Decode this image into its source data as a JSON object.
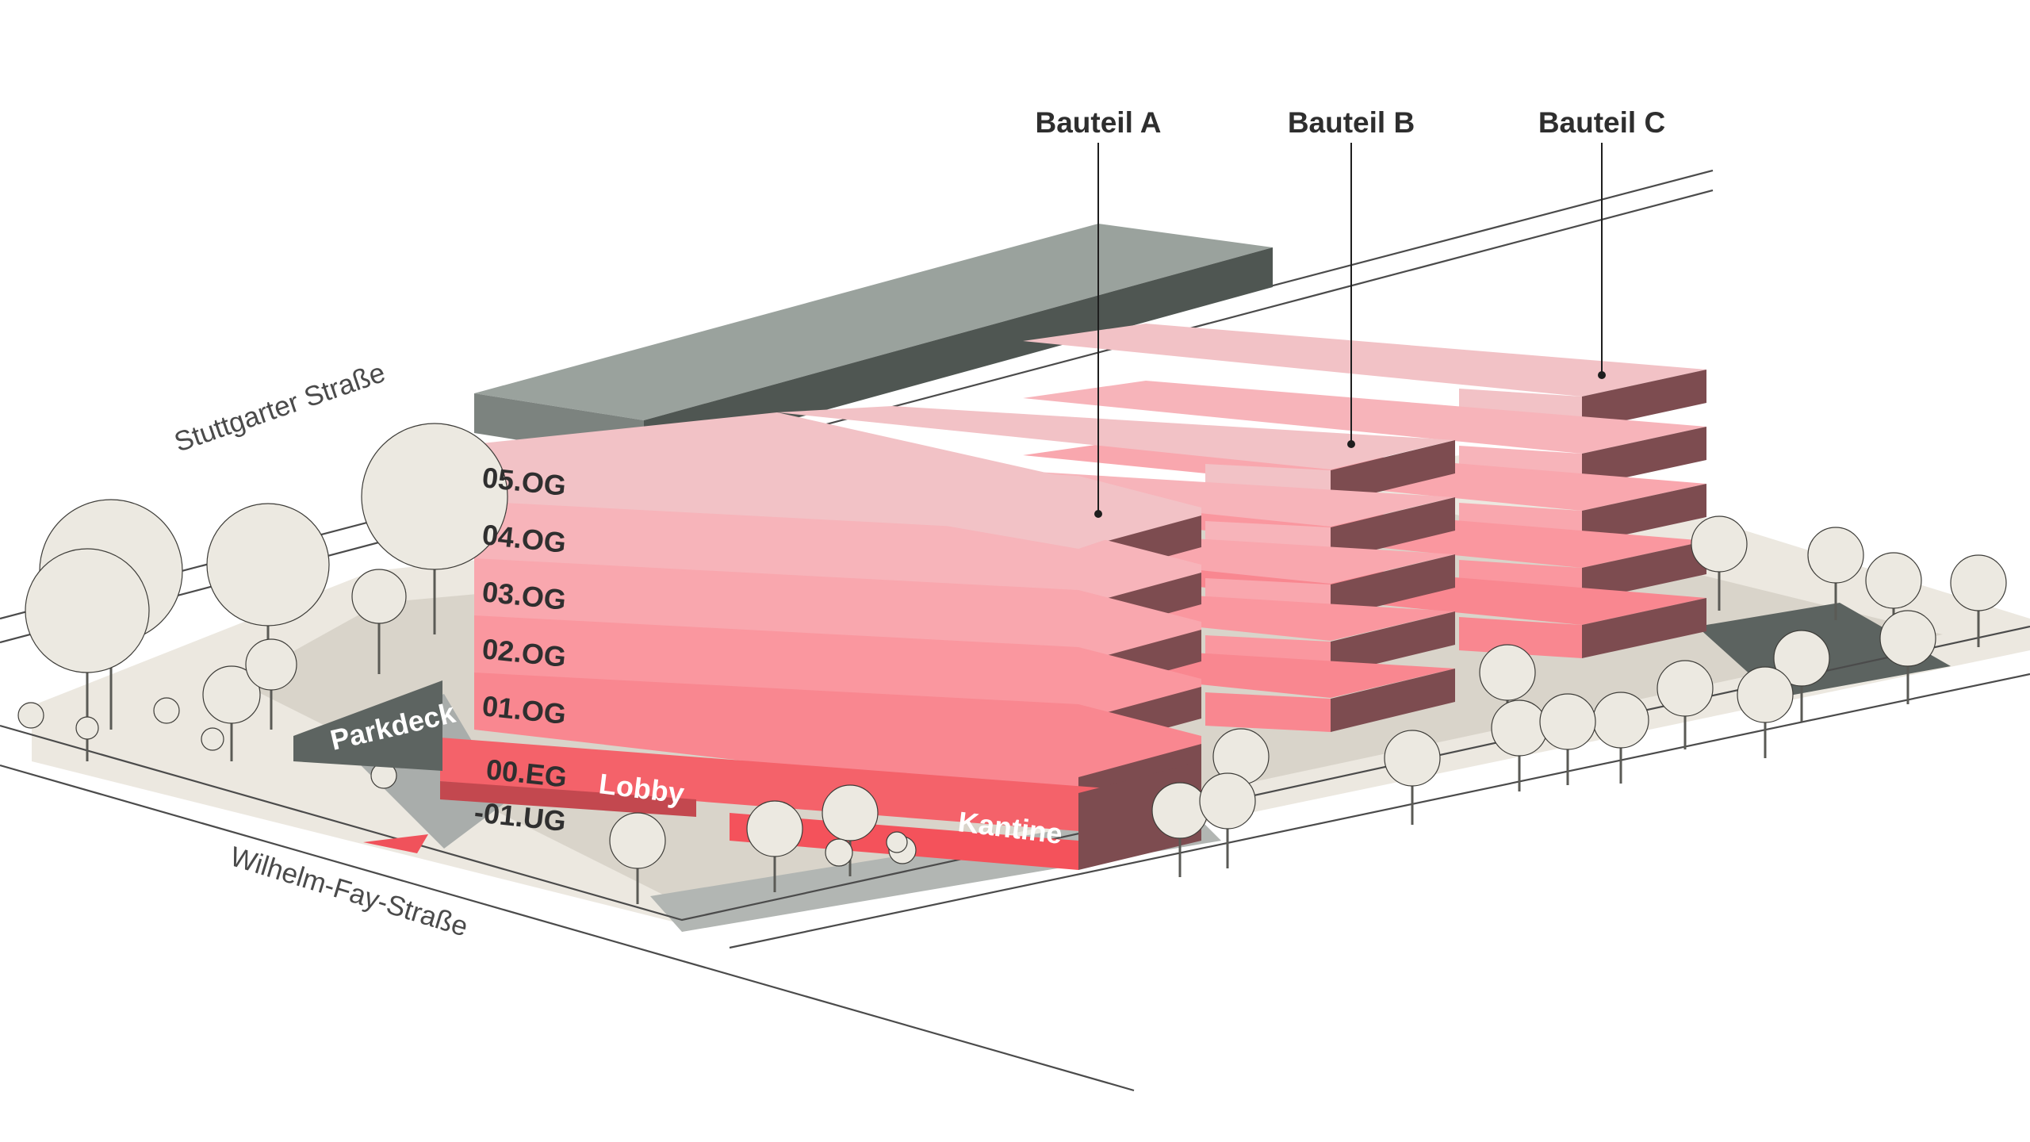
{
  "parts": [
    {
      "name": "Bauteil A"
    },
    {
      "name": "Bauteil B"
    },
    {
      "name": "Bauteil C"
    }
  ],
  "floors": [
    {
      "label": "05.OG",
      "color": "#f2c2c6"
    },
    {
      "label": "04.OG",
      "color": "#f7b4ba"
    },
    {
      "label": "03.OG",
      "color": "#f9a7ae"
    },
    {
      "label": "02.OG",
      "color": "#fa979f"
    },
    {
      "label": "01.OG",
      "color": "#f98790"
    },
    {
      "label": "00.EG",
      "color": "#f4626a"
    },
    {
      "label": "-01.UG",
      "color": "#f4525b"
    }
  ],
  "uses": {
    "parkdeck": "Parkdeck",
    "lobby": "Lobby",
    "kantine": "Kantine"
  },
  "streets": {
    "north": "Stuttgarter Straße",
    "south": "Wilhelm-Fay-Straße"
  },
  "colors": {
    "roof_green": "#9aa29d",
    "roof_green_side": "#4f5652",
    "floor_dark_face": "#7d4c50",
    "accent_red": "#f0525b",
    "tree": "#ece9e1",
    "ground": "#ddd8ce",
    "paving": "#b7bab7"
  }
}
